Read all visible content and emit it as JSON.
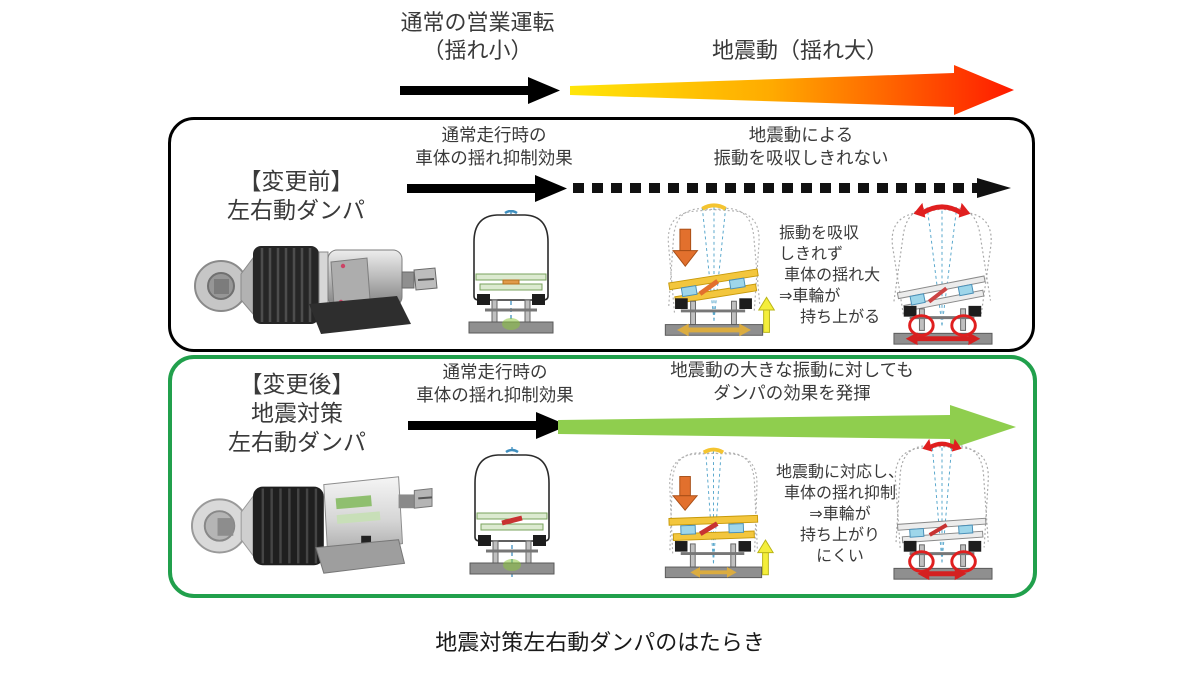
{
  "top": {
    "normal_label_line1": "通常の営業運転",
    "normal_label_line2": "（揺れ小）",
    "quake_label": "地震動（揺れ大）"
  },
  "before_box": {
    "title_line1": "【変更前】",
    "title_line2": "左右動ダンパ",
    "normal_arrow_line1": "通常走行時の",
    "normal_arrow_line2": "車体の揺れ抑制効果",
    "quake_arrow_line1": "地震動による",
    "quake_arrow_line2": "振動を吸収しきれない",
    "note": "振動を吸収\nしきれず\n 車体の揺れ大\n⇒車輪が\n　 持ち上がる"
  },
  "after_box": {
    "title_line1": "【変更後】",
    "title_line2": "地震対策",
    "title_line3": "左右動ダンパ",
    "normal_arrow_line1": "通常走行時の",
    "normal_arrow_line2": "車体の揺れ抑制効果",
    "quake_arrow_line1": "地震動の大きな振動に対しても",
    "quake_arrow_line2": "ダンパの効果を発揮",
    "note": "地震動に対応し、\n車体の揺れ抑制\n⇒車輪が\n持ち上がり\nにくい"
  },
  "caption": "地震対策左右動ダンパのはたらき",
  "colors": {
    "normal_arrow_black": "#000000",
    "quake_gradient_start": "#ffe60a",
    "quake_gradient_end": "#ff1a00",
    "after_border_green": "#21a04c",
    "after_arrow_green": "#8fce4e",
    "down_arrow_orange": "#e2702d",
    "quake_highlight_yellow": "#f3c63d",
    "alert_red": "#e01f1f"
  }
}
